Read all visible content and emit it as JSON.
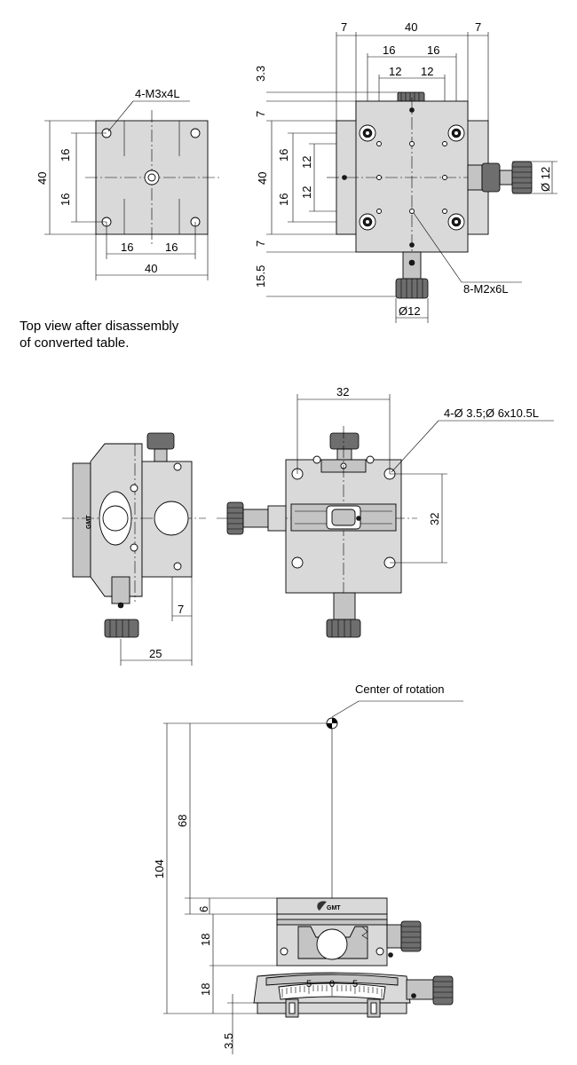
{
  "top_view": {
    "callout": "4-M3x4L",
    "dims": {
      "width": "40",
      "height": "40",
      "half_h1": "16",
      "half_h2": "16",
      "half_v1": "16",
      "half_v2": "16"
    }
  },
  "top_view_right": {
    "dims": {
      "top_left": "7",
      "top_mid": "40",
      "top_right": "7",
      "pitch16_a": "16",
      "pitch16_b": "16",
      "pitch12_a": "12",
      "pitch12_b": "12",
      "offset33": "3.3",
      "side7_top": "7",
      "side40": "40",
      "side16_a": "16",
      "side16_b": "16",
      "side12_a": "12",
      "side12_b": "12",
      "side7_bot": "7",
      "side155": "15.5",
      "knob_dia": "Ø12",
      "knob_dia_right": "Ø 12"
    },
    "callout": "8-M2x6L"
  },
  "note": {
    "line1": "Top view after disassembly",
    "line2": "of converted table."
  },
  "middle_view": {
    "dims": {
      "width32": "32",
      "height32": "32",
      "side7": "7",
      "side25": "25"
    },
    "callout": "4-Ø 3.5;Ø 6x10.5L"
  },
  "front_view": {
    "callout": "Center of rotation",
    "dims": {
      "h104": "104",
      "h68": "68",
      "h6": "6",
      "h18a": "18",
      "h18b": "18",
      "h35": "3.5"
    },
    "scale": {
      "left": "5",
      "center": "0",
      "right": "5"
    },
    "logo": "GMT"
  },
  "colors": {
    "body": "#d9d9d9",
    "body_dark": "#c4c4c4",
    "line": "#000000"
  }
}
